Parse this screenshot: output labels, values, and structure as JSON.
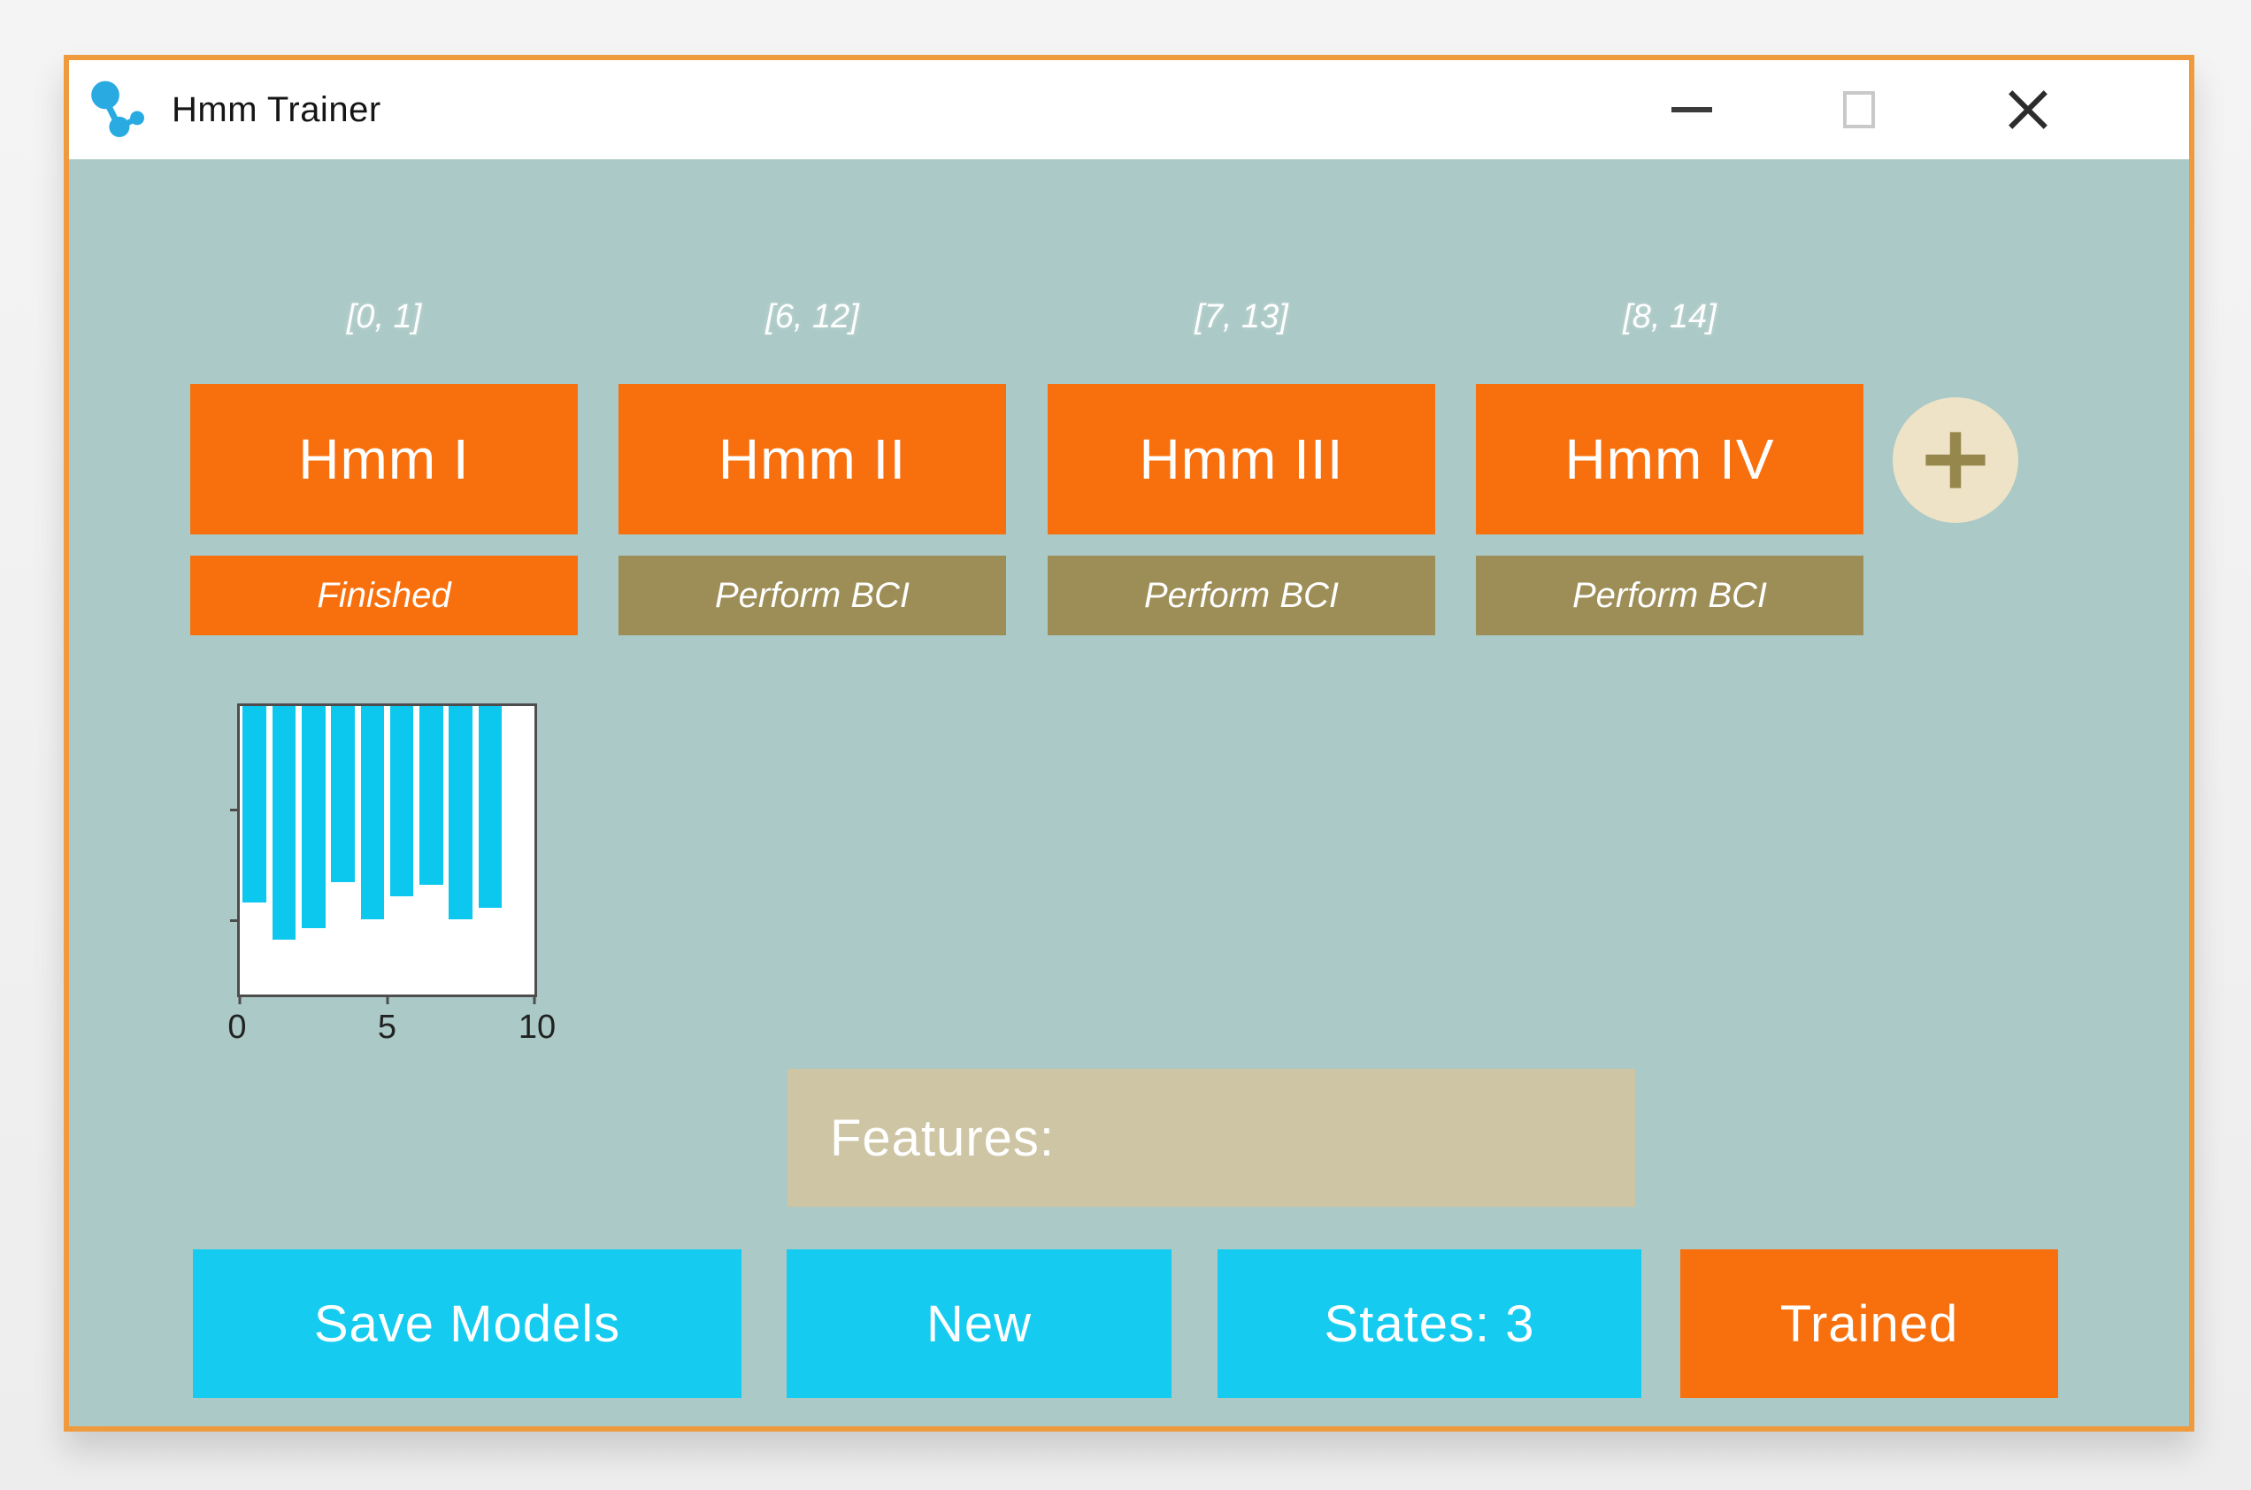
{
  "window": {
    "title": "Hmm Trainer"
  },
  "models": [
    {
      "range_label": "[0, 1]",
      "name": "Hmm I",
      "status": "Finished",
      "status_type": "finished"
    },
    {
      "range_label": "[6, 12]",
      "name": "Hmm II",
      "status": "Perform BCI",
      "status_type": "perform"
    },
    {
      "range_label": "[7, 13]",
      "name": "Hmm III",
      "status": "Perform BCI",
      "status_type": "perform"
    },
    {
      "range_label": "[8, 14]",
      "name": "Hmm IV",
      "status": "Perform BCI",
      "status_type": "perform"
    }
  ],
  "features": {
    "label": "Features:"
  },
  "actions": {
    "save_label": "Save Models",
    "new_label": "New",
    "states_label": "States: 3",
    "trained_label": "Trained"
  },
  "chart_data": {
    "type": "bar",
    "title": "",
    "xlabel": "",
    "ylabel": "",
    "xlim": [
      0,
      10
    ],
    "xticks": [
      0,
      5,
      10
    ],
    "x": [
      0.5,
      1.5,
      2.5,
      3.5,
      4.5,
      5.5,
      6.5,
      7.5,
      8.5
    ],
    "bar_depth_fractions": [
      0.68,
      0.81,
      0.77,
      0.61,
      0.74,
      0.66,
      0.62,
      0.74,
      0.7
    ],
    "ytick_fractions": [
      0.357,
      0.739
    ],
    "orientation": "bars hang downward from the top axis (negative values; y-axis unlabeled)",
    "grid": false,
    "legend": "none",
    "bar_color": "#0cc7ee"
  },
  "colors": {
    "window_border": "#f09a3e",
    "titlebar_bg": "#ffffff",
    "content_bg": "#abc9c6",
    "accent_orange": "#f8700e",
    "olive": "#9d8e58",
    "cyan": "#15ccf0",
    "bar_cyan": "#0cc7ee",
    "features_bg": "#cec5a5",
    "plus_circle_bg": "#eee3c7",
    "plus_glyph": "#96884d",
    "app_icon_blue": "#29abe2"
  }
}
